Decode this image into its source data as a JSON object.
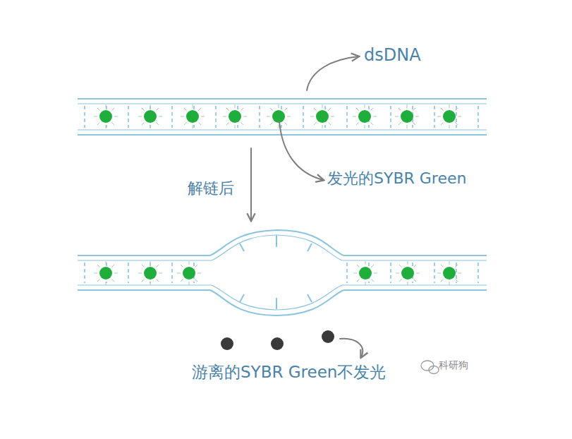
{
  "diagram": {
    "labels": [
      "dsDNA",
      "发光的SYBR Green",
      "解链后",
      "游离的SYBR Green不发光",
      "科研狗"
    ]
  }
}
